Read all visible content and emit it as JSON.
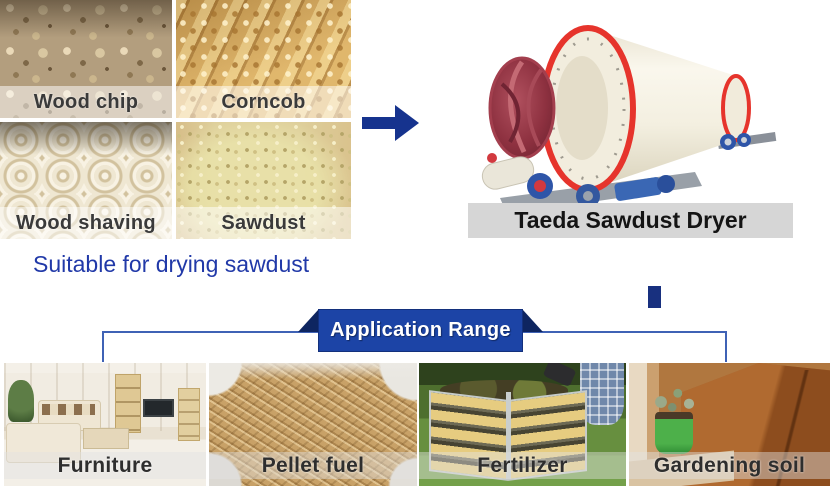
{
  "colors": {
    "banner_blue": "#1c44a6",
    "fold_navy": "#0e2560",
    "arrow_blue": "#16338e",
    "connector_blue": "#3f62b5",
    "caption_blue": "#2139a8",
    "machine_label_gray": "#d6d6d6",
    "dryer_ring_red": "#e6342c"
  },
  "materials": {
    "items": [
      {
        "label": "Wood chip"
      },
      {
        "label": "Corncob"
      },
      {
        "label": "Wood shaving"
      },
      {
        "label": "Sawdust"
      }
    ]
  },
  "arrow": {
    "icon": "arrow-right-icon"
  },
  "machine": {
    "label": "Taeda Sawdust Dryer"
  },
  "caption": {
    "text": "Suitable for drying sawdust"
  },
  "banner": {
    "label": "Application Range"
  },
  "applications": {
    "items": [
      {
        "label": "Furniture"
      },
      {
        "label": "Pellet fuel"
      },
      {
        "label": "Fertilizer"
      },
      {
        "label": "Gardening soil"
      }
    ]
  }
}
